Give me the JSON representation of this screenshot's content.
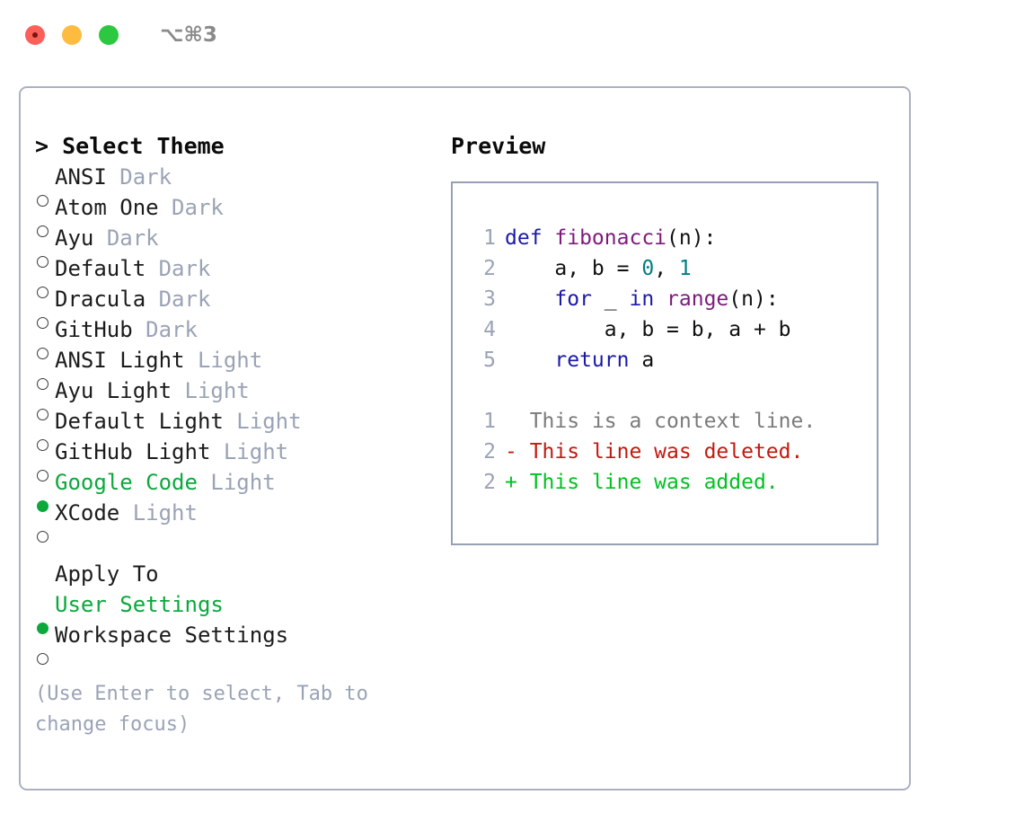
{
  "window": {
    "title": "⌥⌘3",
    "controls": [
      "close",
      "minimize",
      "maximize"
    ]
  },
  "theme_panel": {
    "heading": "> Select Theme",
    "options": [
      {
        "marker": "o",
        "name": "ANSI",
        "kind": "Dark",
        "selected": false
      },
      {
        "marker": "o",
        "name": "Atom One",
        "kind": "Dark",
        "selected": false
      },
      {
        "marker": "o",
        "name": "Ayu",
        "kind": "Dark",
        "selected": false
      },
      {
        "marker": "o",
        "name": "Default",
        "kind": "Dark",
        "selected": false
      },
      {
        "marker": "o",
        "name": "Dracula",
        "kind": "Dark",
        "selected": false
      },
      {
        "marker": "o",
        "name": "GitHub",
        "kind": "Dark",
        "selected": false
      },
      {
        "marker": "o",
        "name": "ANSI Light",
        "kind": "Light",
        "selected": false
      },
      {
        "marker": "o",
        "name": "Ayu Light",
        "kind": "Light",
        "selected": false
      },
      {
        "marker": "o",
        "name": "Default Light",
        "kind": "Light",
        "selected": false
      },
      {
        "marker": "o",
        "name": "GitHub Light",
        "kind": "Light",
        "selected": false
      },
      {
        "marker": "●",
        "name": "Google Code",
        "kind": "Light",
        "selected": true
      },
      {
        "marker": "o",
        "name": "XCode",
        "kind": "Light",
        "selected": false
      }
    ]
  },
  "apply_to": {
    "heading": "Apply To",
    "options": [
      {
        "marker": "●",
        "name": "User Settings",
        "selected": true
      },
      {
        "marker": "o",
        "name": "Workspace Settings",
        "selected": false
      }
    ]
  },
  "hint": "(Use Enter to select, Tab to change focus)",
  "preview": {
    "heading": "Preview",
    "code_lines": [
      {
        "no": "1",
        "segments": [
          {
            "text": "def ",
            "tok": "kw"
          },
          {
            "text": "fibonacci",
            "tok": "fn"
          },
          {
            "text": "(n):",
            "tok": "plain"
          }
        ]
      },
      {
        "no": "2",
        "segments": [
          {
            "text": "    a, b = ",
            "tok": "plain"
          },
          {
            "text": "0",
            "tok": "num"
          },
          {
            "text": ", ",
            "tok": "plain"
          },
          {
            "text": "1",
            "tok": "num"
          }
        ]
      },
      {
        "no": "3",
        "segments": [
          {
            "text": "    ",
            "tok": "plain"
          },
          {
            "text": "for",
            "tok": "kw"
          },
          {
            "text": " _ ",
            "tok": "plain"
          },
          {
            "text": "in",
            "tok": "kw"
          },
          {
            "text": " ",
            "tok": "plain"
          },
          {
            "text": "range",
            "tok": "fn"
          },
          {
            "text": "(n):",
            "tok": "plain"
          }
        ]
      },
      {
        "no": "4",
        "segments": [
          {
            "text": "        a, b = b, a + b",
            "tok": "plain"
          }
        ]
      },
      {
        "no": "5",
        "segments": [
          {
            "text": "    ",
            "tok": "plain"
          },
          {
            "text": "return",
            "tok": "kw"
          },
          {
            "text": " a",
            "tok": "plain"
          }
        ]
      }
    ],
    "diff_lines": [
      {
        "no": "1",
        "sign": "  ",
        "text": "This is a context line.",
        "kind": "ctx"
      },
      {
        "no": "2",
        "sign": "- ",
        "text": "This line was deleted.",
        "kind": "del"
      },
      {
        "no": "2",
        "sign": "+ ",
        "text": "This line was added.",
        "kind": "add"
      }
    ]
  },
  "colors": {
    "selected_green": "#0ca83c",
    "muted": "#9aa3b5",
    "keyword": "#1a1aa8",
    "function": "#7d1a7d",
    "number": "#00807f",
    "diff_context": "#7b7b7b",
    "diff_deleted": "#c21a10",
    "diff_added": "#00c221",
    "border": "#96a0b4"
  }
}
